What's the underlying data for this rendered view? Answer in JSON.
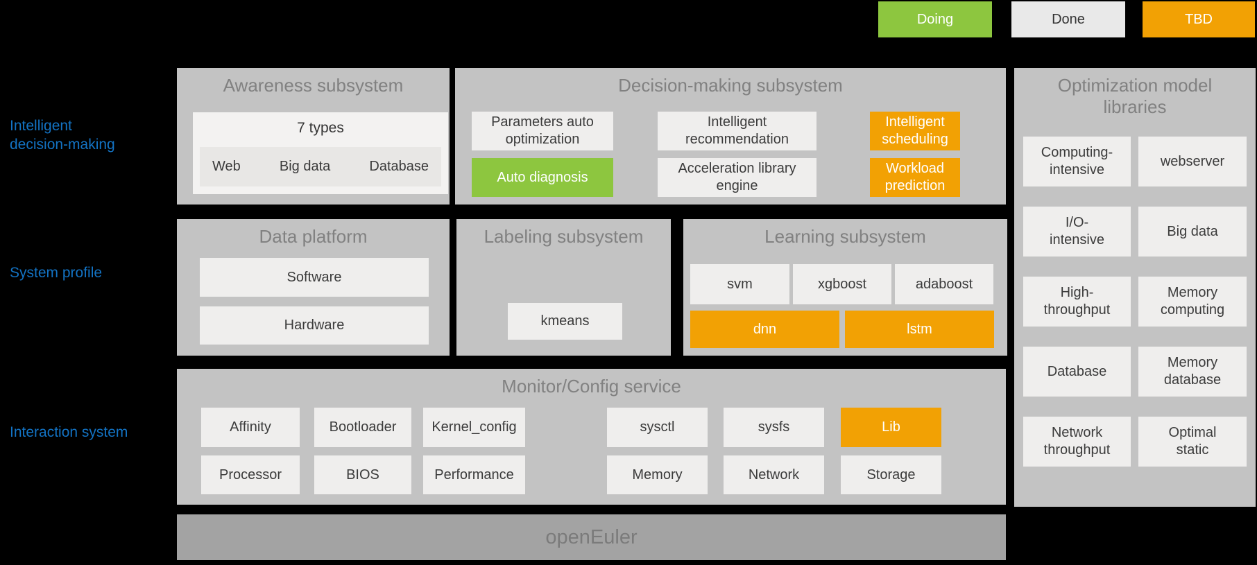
{
  "colors": {
    "background": "#000000",
    "section_gray": "#c3c3c3",
    "platform_bar_gray": "#a3a3a3",
    "box_light_gray": "#efeeed",
    "doing_green": "#8dc63f",
    "tbd_orange": "#f2a104",
    "row_label_blue": "#1373c4"
  },
  "legend": [
    {
      "label": "Doing",
      "status": "doing"
    },
    {
      "label": "Done",
      "status": "done"
    },
    {
      "label": "TBD",
      "status": "tbd"
    }
  ],
  "row_labels": [
    {
      "label": "Intelligent\ndecision-making"
    },
    {
      "label": "System profile"
    },
    {
      "label": "Interaction system"
    }
  ],
  "awareness": {
    "title": "Awareness subsystem",
    "summary": "7 types",
    "types": [
      "Web",
      "Big data",
      "Database"
    ]
  },
  "decision": {
    "title": "Decision-making subsystem",
    "boxes": [
      {
        "label": "Parameters auto\noptimization",
        "status": "done"
      },
      {
        "label": "Intelligent\nrecommendation",
        "status": "done"
      },
      {
        "label": "Intelligent\nscheduling",
        "status": "tbd"
      },
      {
        "label": "Auto diagnosis",
        "status": "doing"
      },
      {
        "label": "Acceleration library\nengine",
        "status": "done"
      },
      {
        "label": "Workload\nprediction",
        "status": "tbd"
      }
    ]
  },
  "model_libraries": {
    "title": "Optimization model\nlibraries",
    "boxes": [
      {
        "label": "Computing-\nintensive"
      },
      {
        "label": "webserver"
      },
      {
        "label": "I/O-\nintensive"
      },
      {
        "label": "Big data"
      },
      {
        "label": "High-\nthroughput"
      },
      {
        "label": "Memory\ncomputing"
      },
      {
        "label": "Database"
      },
      {
        "label": "Memory\ndatabase"
      },
      {
        "label": "Network\nthroughput"
      },
      {
        "label": "Optimal\nstatic"
      }
    ]
  },
  "data_platform": {
    "title": "Data platform",
    "boxes": [
      {
        "label": "Software"
      },
      {
        "label": "Hardware"
      }
    ]
  },
  "labeling": {
    "title": "Labeling subsystem",
    "boxes": [
      {
        "label": "kmeans"
      }
    ]
  },
  "learning": {
    "title": "Learning subsystem",
    "boxes": [
      {
        "label": "svm",
        "status": "done"
      },
      {
        "label": "xgboost",
        "status": "done"
      },
      {
        "label": "adaboost",
        "status": "done"
      },
      {
        "label": "dnn",
        "status": "tbd"
      },
      {
        "label": "lstm",
        "status": "tbd"
      }
    ]
  },
  "monitor": {
    "title": "Monitor/Config service",
    "boxes": [
      {
        "label": "Affinity",
        "status": "done"
      },
      {
        "label": "Bootloader",
        "status": "done"
      },
      {
        "label": "Kernel_config",
        "status": "done"
      },
      {
        "label": "sysctl",
        "status": "done"
      },
      {
        "label": "sysfs",
        "status": "done"
      },
      {
        "label": "Lib",
        "status": "tbd"
      },
      {
        "label": "Processor",
        "status": "done"
      },
      {
        "label": "BIOS",
        "status": "done"
      },
      {
        "label": "Performance",
        "status": "done"
      },
      {
        "label": "Memory",
        "status": "done"
      },
      {
        "label": "Network",
        "status": "done"
      },
      {
        "label": "Storage",
        "status": "done"
      }
    ]
  },
  "platform": {
    "title": "openEuler"
  }
}
